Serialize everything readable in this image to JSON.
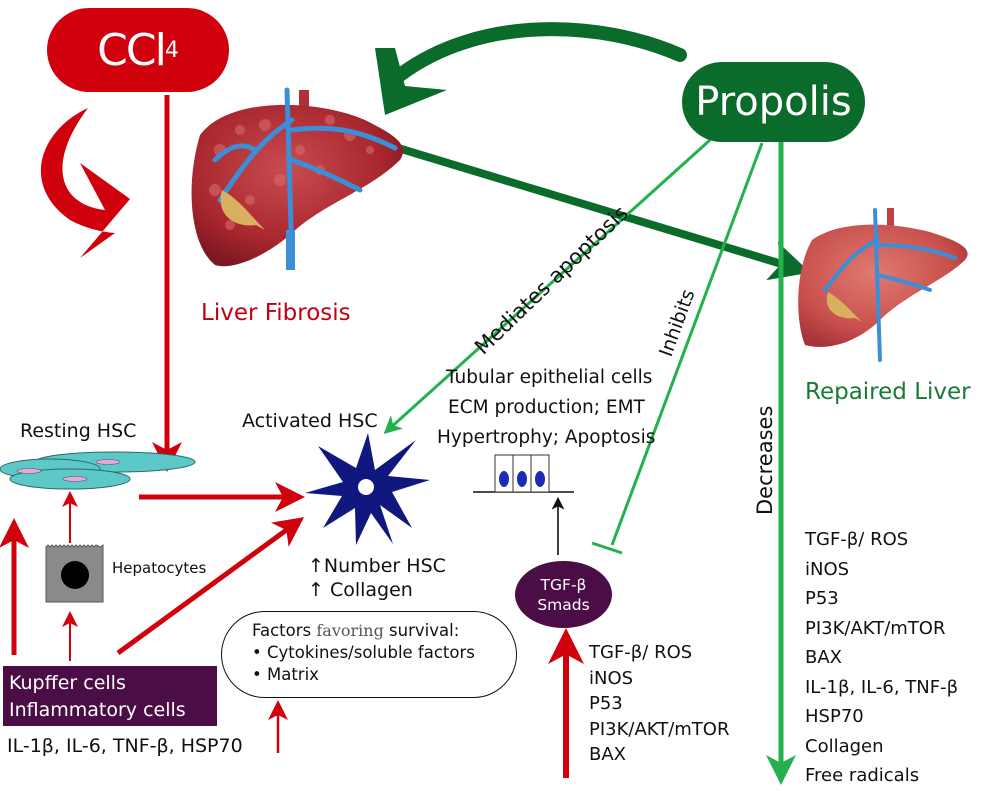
{
  "nodes": {
    "ccl4": {
      "label": "CCl",
      "subscript": "4"
    },
    "propolis": {
      "label": "Propolis"
    },
    "liver_fibrosis": {
      "label": "Liver Fibrosis"
    },
    "repaired_liver": {
      "label": "Repaired Liver"
    },
    "resting_hsc": {
      "label": "Resting HSC"
    },
    "activated_hsc": {
      "label": "Activated HSC"
    },
    "hepatocytes": {
      "label": "Hepatocytes"
    },
    "kupffer": {
      "line1": "Kupffer cells",
      "line2": "Inflammatory cells"
    },
    "cytokines_left": {
      "label": "IL-1β, IL-6, TNF-β, HSP70"
    },
    "hsc_effects": {
      "line1": "↑Number HSC",
      "line2": "↑ Collagen"
    },
    "factors": {
      "title_pre": "Factors ",
      "title_emph": "favoring",
      "title_post": " survival:",
      "items": [
        "• Cytokines/soluble factors",
        "• Matrix"
      ]
    },
    "tubular": {
      "lines": [
        "Tubular epithelial cells",
        "ECM production; EMT",
        "Hypertrophy; Apoptosis"
      ]
    },
    "tgf_smads": {
      "line1": "TGF-β",
      "line2": "Smads"
    }
  },
  "edge_labels": {
    "mediates": "Mediates apoptosis",
    "inhibits": "Inhibits",
    "decreases": "Decreases"
  },
  "lists": {
    "middle": [
      "TGF-β/ ROS",
      "iNOS",
      "P53",
      "PI3K/AKT/mTOR",
      "BAX"
    ],
    "right": [
      "TGF-β/ ROS",
      "iNOS",
      "P53",
      "PI3K/AKT/mTOR",
      "BAX",
      "IL-1β, IL-6, TNF-β",
      "HSP70",
      "Collagen",
      "Free radicals"
    ]
  },
  "colors": {
    "ccl4_red": "#d0000c",
    "propolis_green": "#0b6b2b",
    "arrow_green": "#22b14c",
    "purple": "#4a0d45",
    "hsc_blue": "#101880",
    "cell_teal": "#5cc8c8"
  }
}
